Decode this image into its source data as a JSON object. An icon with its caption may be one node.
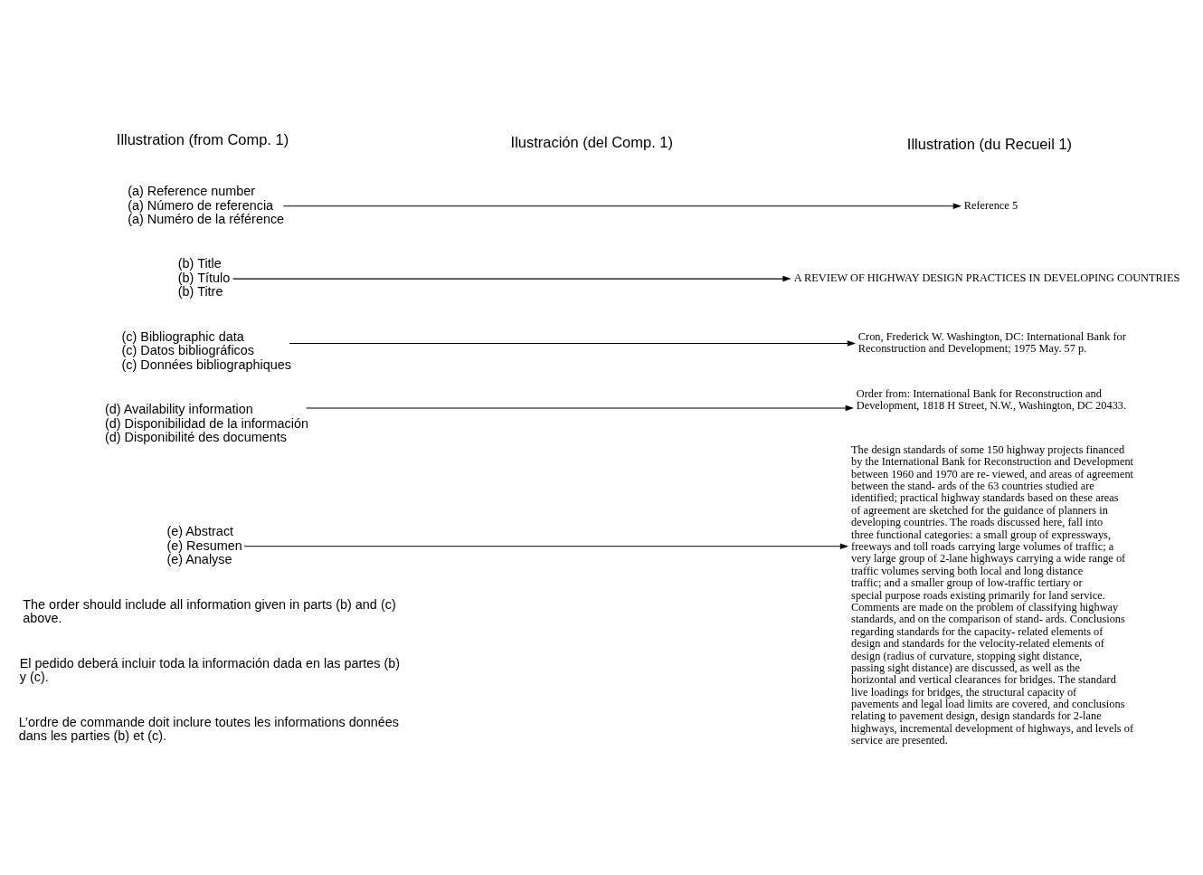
{
  "diagram": {
    "nodes": [
      {
        "text": [
          "(a) Reference number",
          "(a) Número de referencia",
          "(a) Numéro de la référence"
        ]
      },
      {
        "text": [
          "(b) Title",
          "(b) Título",
          "(b) Titre"
        ]
      },
      {
        "text": [
          "(c) Bibliographic data",
          "(c) Datos bibliográficos",
          "(c) Données bibliographiques"
        ]
      },
      {
        "text": [
          "(d) Availability information",
          "(d) Disponibilidad de la información",
          "(d) Disponibilité des documents"
        ]
      },
      {
        "text": [
          "(e) Abstract",
          "(e) Resumen",
          "(e) Analyse"
        ]
      },
      {
        "text": [
          "Reference 5"
        ]
      },
      {
        "text": [
          "A REVIEW OF HIGHWAY DESIGN PRACTICES IN DEVELOPING COUNTRIES"
        ]
      },
      {
        "text": [
          "Cron, Frederick W. Washington, DC: International Bank for Reconstruction and Development; 1975 May. 57 p."
        ]
      },
      {
        "text": [
          "Order from: International Bank for Reconstruction and Development, 1818 H Street, N.W., Washington, DC 20433."
        ]
      },
      {
        "text": [
          "The design standards of some 150 highway projects financed by the International Bank for Reconstruction and Development between 1960 and 1970 are re- viewed, and areas of agreement between the stand- ards of the 63 countries studied are identified; practical highway standards based on these areas of agreement are sketched for the guidance of planners in developing countries. The roads discussed here, fall into three functional categories: a small group of expressways, freeways and toll roads carrying large volumes of traffic; a very large group of 2-lane highways carrying a wide range of traffic volumes serving both local and long distance traffic; and a smaller group of low-traffic tertiary or special purpose roads existing primarily for land service. Comments are made on the problem of classifying highway standards, and on the comparison of stand- ards. Conclusions regarding standards for the capacity- related elements of design and standards for the velocity-related elements of design (radius of curvature, stopping sight distance, passing sight distance) are discussed, as well as the horizontal and vertical clearances for bridges. The standard live loadings for bridges, the structural capacity of pavements and legal load limits are covered, and conclusions relating to pavement design, design standards for 2-lane highways, incremental development of highways, and levels of service are presented."
        ]
      }
    ],
    "edges": [
      {
        "from": 0,
        "to": 5,
        "arrow": "to"
      },
      {
        "from": 1,
        "to": 6,
        "arrow": "to"
      },
      {
        "from": 2,
        "to": 7,
        "arrow": "to"
      },
      {
        "from": 3,
        "to": 8,
        "arrow": "to"
      },
      {
        "from": 4,
        "to": 9,
        "arrow": "to"
      }
    ],
    "labels": [
      "Illustration (from Comp. 1)",
      "Ilustración (del Comp. 1)",
      "Illustration (du Recueil 1)",
      "The order should include all information given in parts (b) and (c) above.",
      "El pedido deberá incluir toda la información dada en las partes (b) y (c).",
      "L’ordre de commande doit inclure toutes les informations données dans les parties (b) et (c)."
    ]
  }
}
